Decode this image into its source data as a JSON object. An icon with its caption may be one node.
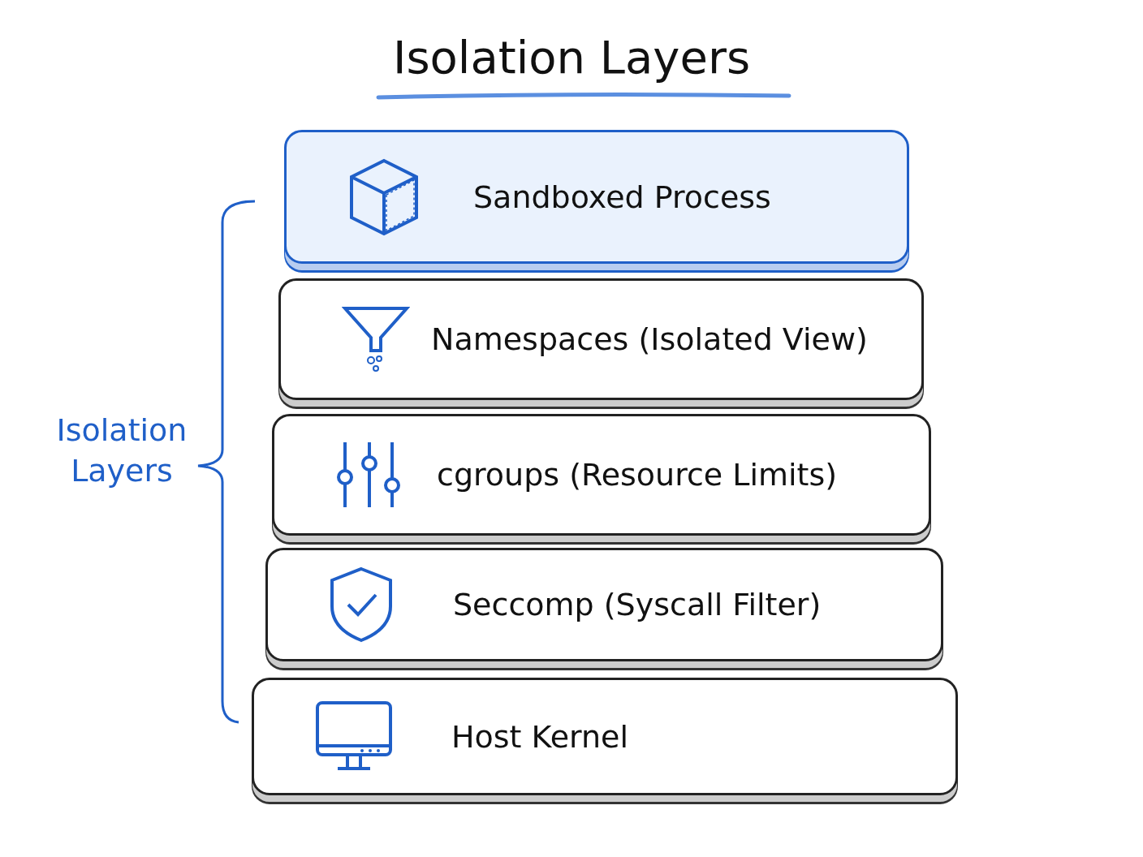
{
  "diagram": {
    "title": "Isolation Layers",
    "nodes": [
      {
        "text": [
          "Sandboxed Process"
        ]
      },
      {
        "text": [
          "Namespaces (Isolated View)"
        ]
      },
      {
        "text": [
          "cgroups (Resource Limits)"
        ]
      },
      {
        "text": [
          "Seccomp (Syscall Filter)"
        ]
      },
      {
        "text": [
          "Host Kernel"
        ]
      }
    ],
    "labels": [
      "Isolation Layers"
    ]
  }
}
